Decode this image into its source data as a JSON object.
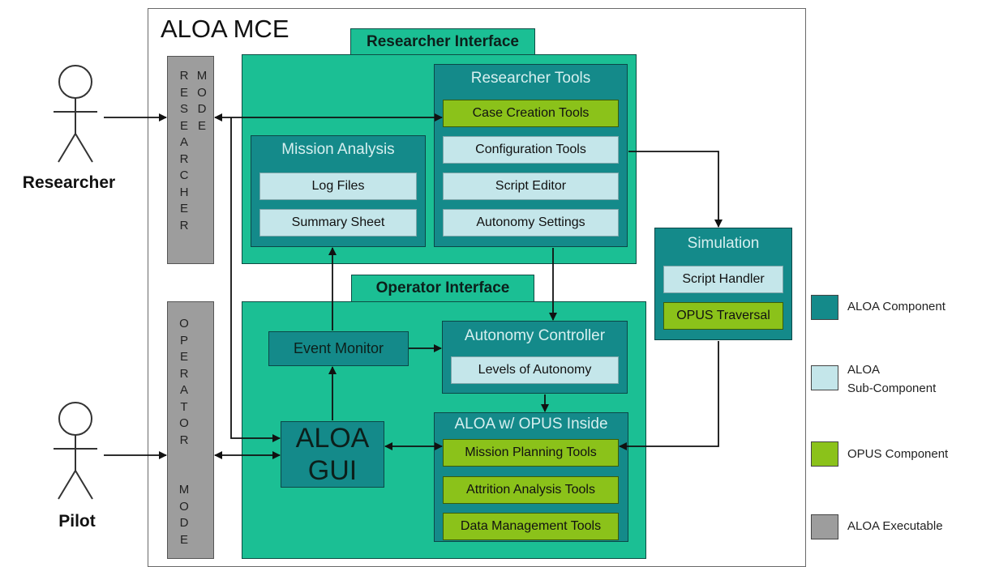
{
  "system_title": "ALOA MCE",
  "actors": {
    "researcher": "Researcher",
    "pilot": "Pilot"
  },
  "researcher_mode": {
    "word1": [
      "R",
      "E",
      "S",
      "E",
      "A",
      "R",
      "C",
      "H",
      "E",
      "R"
    ],
    "word2": [
      "M",
      "O",
      "D",
      "E"
    ]
  },
  "operator_mode": {
    "word1": [
      "O",
      "P",
      "E",
      "R",
      "A",
      "T",
      "O",
      "R"
    ],
    "word2": [
      "M",
      "O",
      "D",
      "E"
    ]
  },
  "researcher_interface": {
    "title": "Researcher Interface",
    "researcher_tools": {
      "title": "Researcher Tools",
      "items": [
        "Case Creation Tools",
        "Configuration Tools",
        "Script Editor",
        "Autonomy Settings"
      ]
    },
    "mission_analysis": {
      "title": "Mission Analysis",
      "items": [
        "Log Files",
        "Summary Sheet"
      ]
    }
  },
  "operator_interface": {
    "title": "Operator Interface",
    "event_monitor": "Event Monitor",
    "autonomy_controller": {
      "title": "Autonomy Controller",
      "items": [
        "Levels of Autonomy"
      ]
    },
    "aloa_gui": {
      "line1": "ALOA",
      "line2": "GUI"
    },
    "aloa_opus": {
      "title": "ALOA w/ OPUS Inside",
      "items": [
        "Mission Planning Tools",
        "Attrition Analysis Tools",
        "Data Management Tools"
      ]
    }
  },
  "simulation": {
    "title": "Simulation",
    "items": [
      "Script Handler",
      "OPUS Traversal"
    ]
  },
  "legend": [
    {
      "label": "ALOA Component",
      "color": "#148a8a"
    },
    {
      "label_line1": "ALOA",
      "label_line2": "Sub-Component",
      "color": "#c4e6ea"
    },
    {
      "label": "OPUS Component",
      "color": "#8bc21a"
    },
    {
      "label": "ALOA Executable",
      "color": "#9d9d9d"
    }
  ]
}
